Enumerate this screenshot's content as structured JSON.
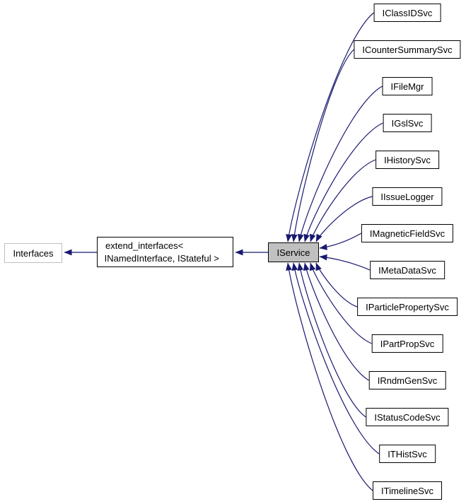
{
  "colors": {
    "edge": "#191970",
    "base_node_fill": "#c0c0c0",
    "node_border": "#000000",
    "external_node_border": "#c0c0c0",
    "background": "#ffffff"
  },
  "nodes": {
    "interfaces": {
      "label": "Interfaces"
    },
    "extend_interfaces": {
      "line1": "extend_interfaces<",
      "line2": " INamedInterface, IStateful >"
    },
    "iservice": {
      "label": "IService"
    },
    "derived": [
      {
        "label": "IClassIDSvc"
      },
      {
        "label": "ICounterSummarySvc"
      },
      {
        "label": "IFileMgr"
      },
      {
        "label": "IGslSvc"
      },
      {
        "label": "IHistorySvc"
      },
      {
        "label": "IIssueLogger"
      },
      {
        "label": "IMagneticFieldSvc"
      },
      {
        "label": "IMetaDataSvc"
      },
      {
        "label": "IParticlePropertySvc"
      },
      {
        "label": "IPartPropSvc"
      },
      {
        "label": "IRndmGenSvc"
      },
      {
        "label": "IStatusCodeSvc"
      },
      {
        "label": "ITHistSvc"
      },
      {
        "label": "ITimelineSvc"
      }
    ]
  }
}
